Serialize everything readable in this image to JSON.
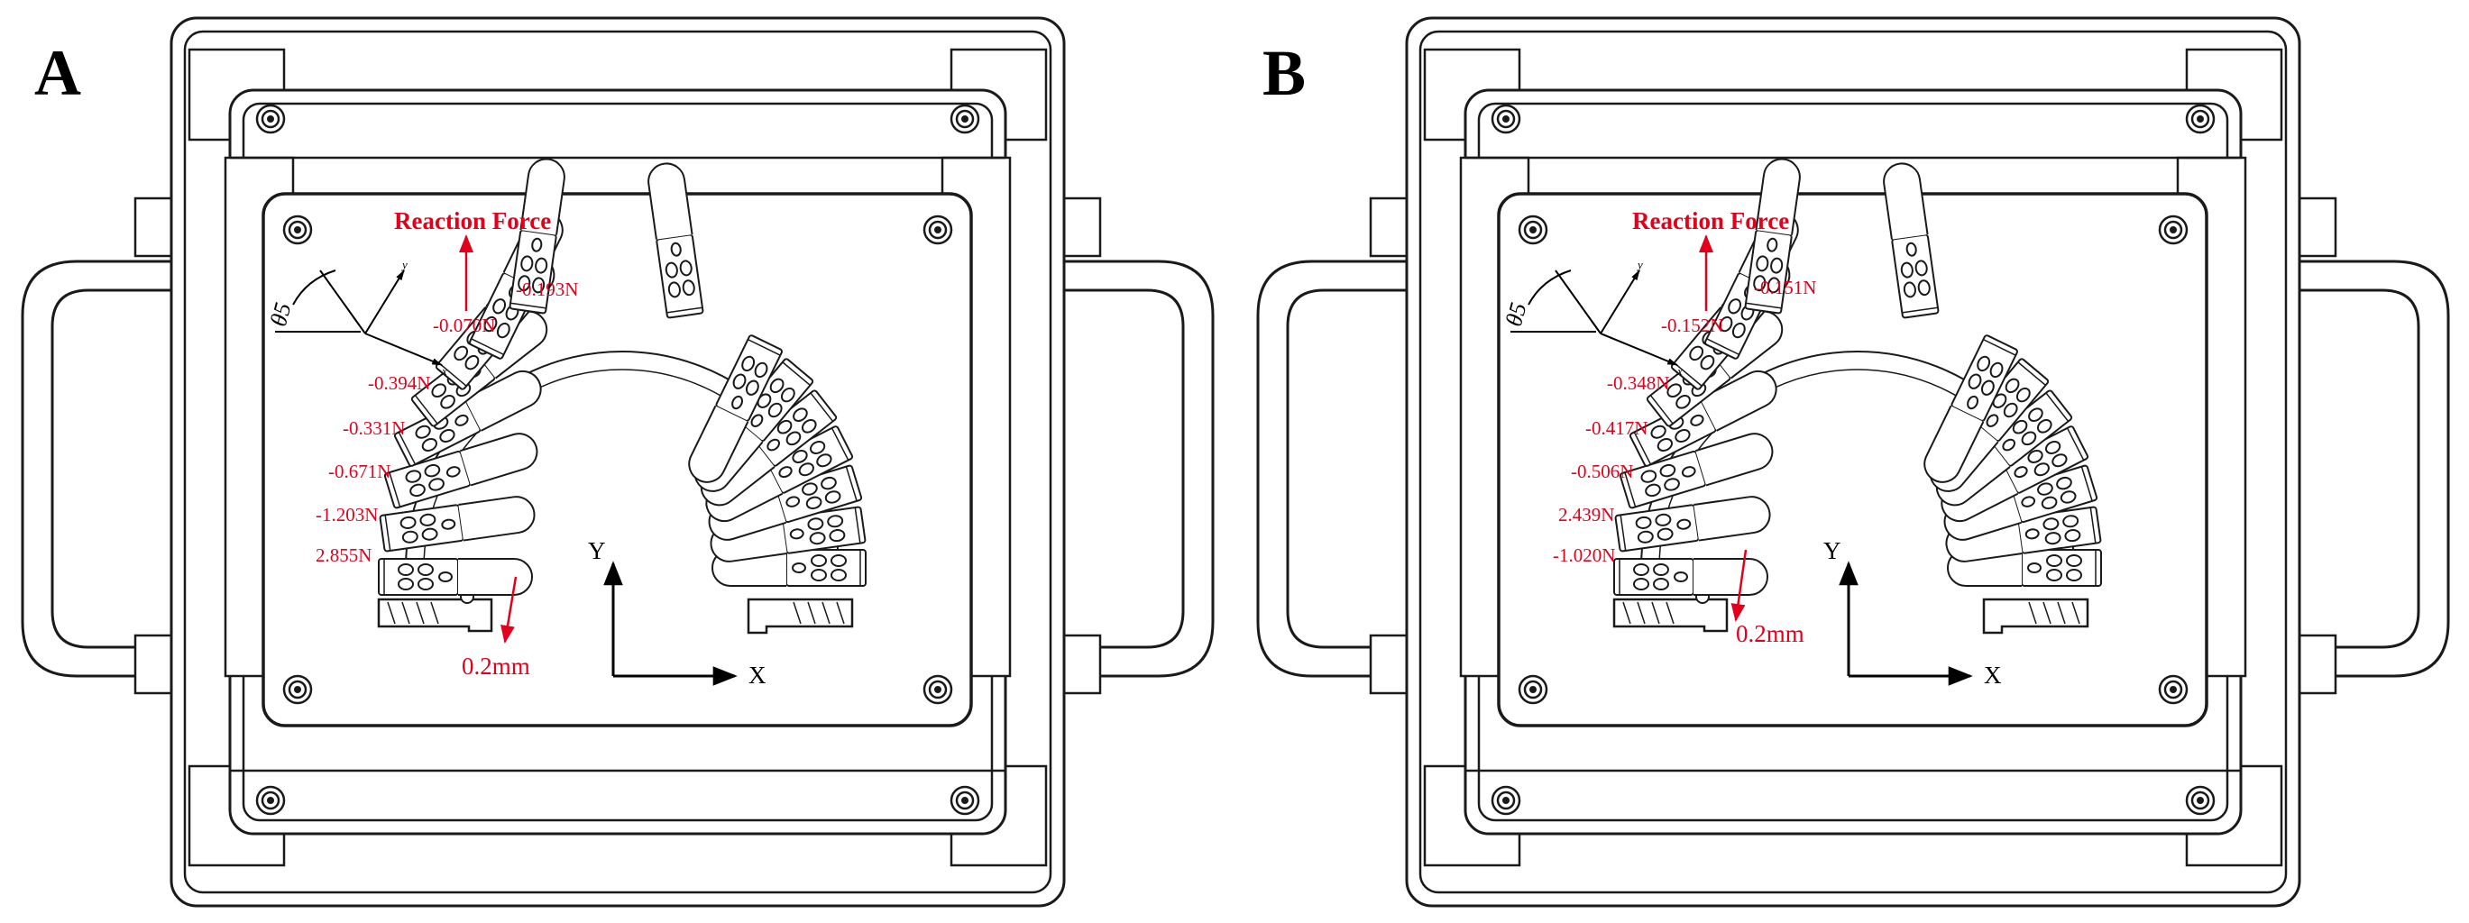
{
  "panels": [
    {
      "letter": "A",
      "title": "Reaction Force",
      "reaction_force": "-0.070N",
      "top_force": "-0.193N",
      "left_forces": [
        "-0.394N",
        "-0.331N",
        "-0.671N",
        "-1.203N",
        "2.855N"
      ],
      "displacement": "0.2mm",
      "axis_x": "X",
      "axis_y": "Y",
      "small_x": "x",
      "small_y": "y",
      "angle": "θ5"
    },
    {
      "letter": "B",
      "title": "Reaction Force",
      "reaction_force": "-0.152N",
      "top_force": "-0.151N",
      "left_forces": [
        "-0.348N",
        "-0.417N",
        "-0.506N",
        "2.439N",
        "-1.020N"
      ],
      "displacement": "0.2mm",
      "axis_x": "X",
      "axis_y": "Y",
      "small_x": "x",
      "small_y": "y",
      "angle": "θ5"
    }
  ],
  "colors": {
    "annotation": "#e3001b",
    "line": "#1a1a1a",
    "background": "#ffffff"
  }
}
